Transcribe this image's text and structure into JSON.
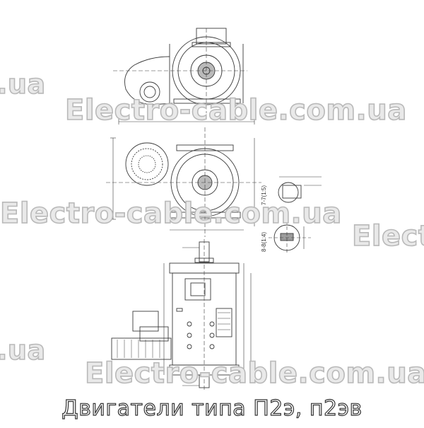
{
  "caption": "Двигатели типа П2э, п2эв",
  "watermark": "Electro-cable.com.ua",
  "watermark_fragments": {
    "left_top": ".ua",
    "right_mid": "Elect",
    "left_bottom": ".ua"
  },
  "drawing": {
    "side_labels": {
      "section": "8-8(1:4)",
      "section_alt": "7-7(1:5)"
    },
    "colors": {
      "line": "#3a3a3a",
      "watermark_fill": "#e9e9e9",
      "watermark_stroke": "#b9b9b9"
    }
  }
}
